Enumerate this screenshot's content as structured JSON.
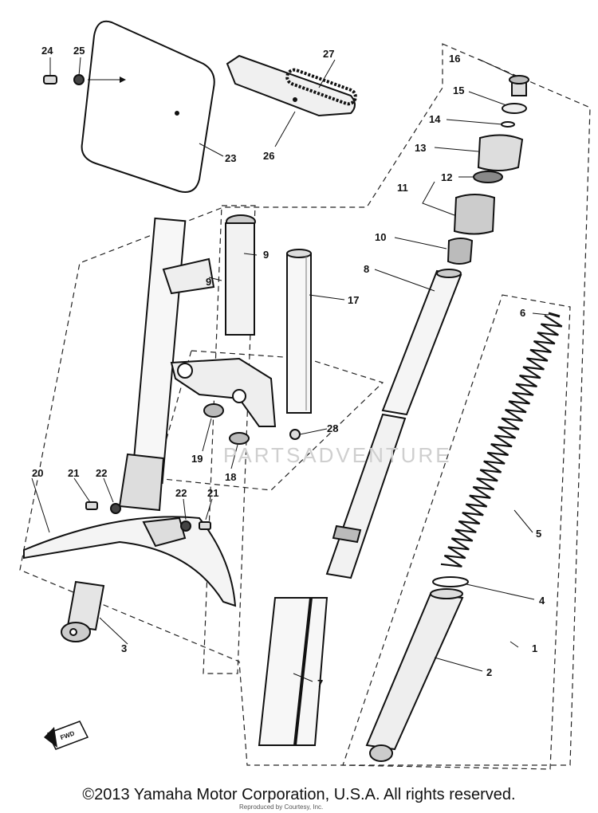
{
  "callouts": {
    "c1": "1",
    "c2": "2",
    "c3": "3",
    "c4": "4",
    "c5": "5",
    "c6": "6",
    "c7": "7",
    "c8": "8",
    "c9": "9",
    "c9b": "9",
    "c10": "10",
    "c11": "11",
    "c12": "12",
    "c13": "13",
    "c14": "14",
    "c15": "15",
    "c16": "16",
    "c17": "17",
    "c18": "18",
    "c19": "19",
    "c20": "20",
    "c21a": "21",
    "c21b": "21",
    "c22a": "22",
    "c22b": "22",
    "c23": "23",
    "c24": "24",
    "c25": "25",
    "c26": "26",
    "c27": "27",
    "c28": "28"
  },
  "fwd_marker": "FWD",
  "watermark": "PARTSADVENTURE",
  "copyright": "©2013 Yamaha Motor Corporation, U.S.A. All rights reserved.",
  "reprint_note": "Reproduced by Courtesy, Inc."
}
